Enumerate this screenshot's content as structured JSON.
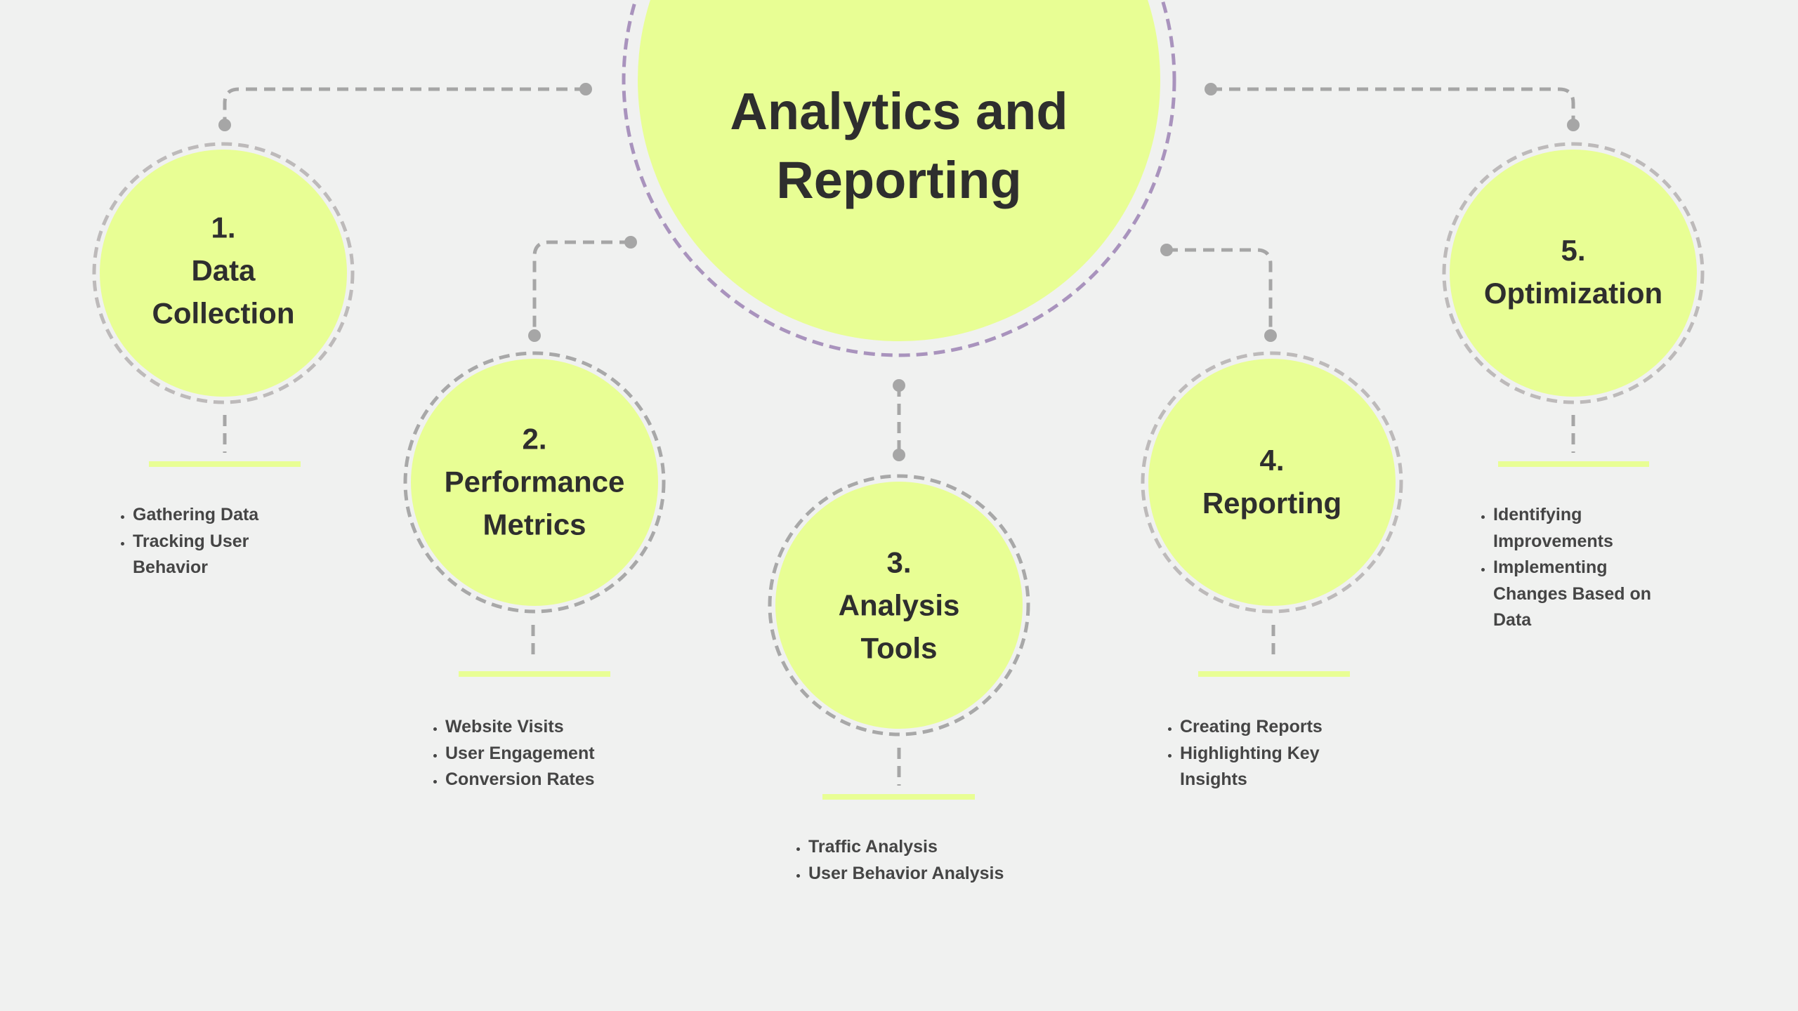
{
  "colors": {
    "background": "#f0f1f0",
    "fill": "#e8fe94",
    "main_ring": "#a993bd",
    "ring": "#bdbaba",
    "connector": "#a6a6a6",
    "text": "#2e2e2e"
  },
  "main": {
    "title_line1": "Analytics and",
    "title_line2": "Reporting"
  },
  "steps": [
    {
      "number": "1.",
      "title_lines": [
        "Data",
        "Collection"
      ],
      "items": [
        "Gathering Data",
        "Tracking User Behavior"
      ]
    },
    {
      "number": "2.",
      "title_lines": [
        "Performance",
        "Metrics"
      ],
      "items": [
        "Website Visits",
        "User Engagement",
        "Conversion Rates"
      ]
    },
    {
      "number": "3.",
      "title_lines": [
        "Analysis",
        "Tools"
      ],
      "items": [
        "Traffic Analysis",
        "User Behavior Analysis"
      ]
    },
    {
      "number": "4.",
      "title_lines": [
        "Reporting"
      ],
      "items": [
        "Creating Reports",
        "Highlighting Key Insights"
      ]
    },
    {
      "number": "5.",
      "title_lines": [
        "Optimization"
      ],
      "items": [
        "Identifying Improvements",
        "Implementing Changes Based on Data"
      ]
    }
  ]
}
